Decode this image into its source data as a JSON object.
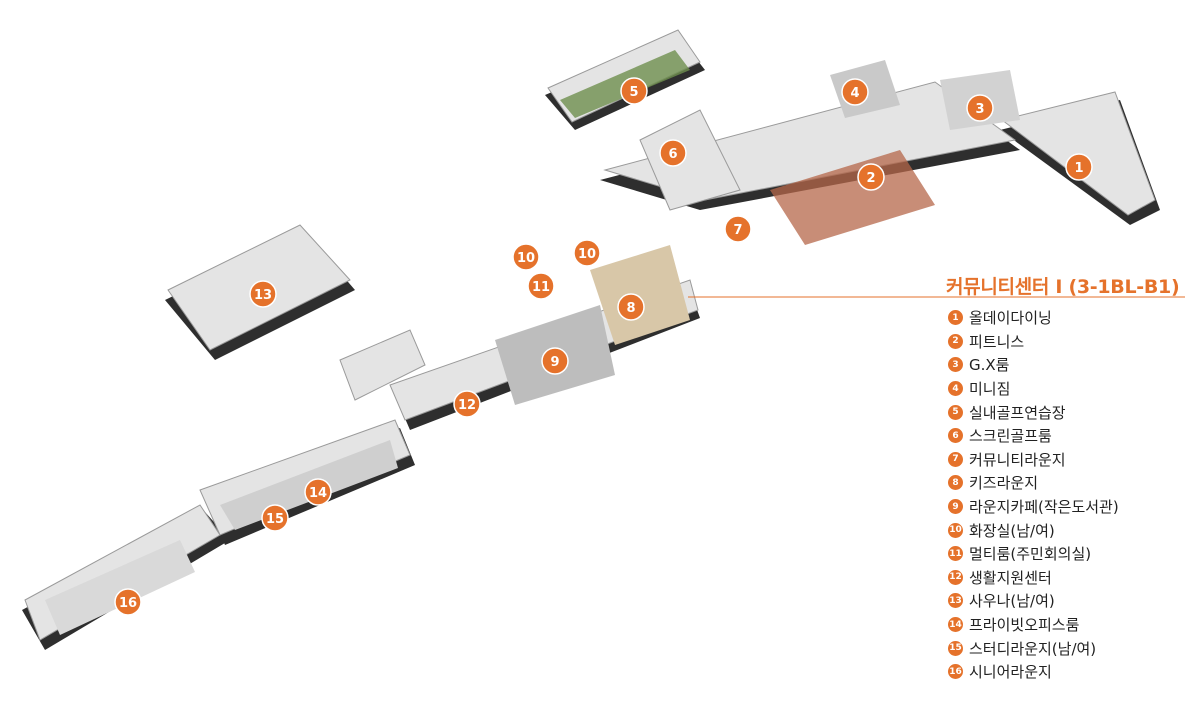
{
  "title": "커뮤니티센터 Ⅰ (3-1BL-B1)",
  "colors": {
    "accent": "#e5722b",
    "floor": "#e3e3e3",
    "wall": "#2b2b2b",
    "leader": "#e5722b"
  },
  "rooms": [
    {
      "number": "1",
      "label": "올데이다이닝"
    },
    {
      "number": "2",
      "label": "피트니스"
    },
    {
      "number": "3",
      "label": "G.X룸"
    },
    {
      "number": "4",
      "label": "미니짐"
    },
    {
      "number": "5",
      "label": "실내골프연습장"
    },
    {
      "number": "6",
      "label": "스크린골프룸"
    },
    {
      "number": "7",
      "label": "커뮤니티라운지"
    },
    {
      "number": "8",
      "label": "키즈라운지"
    },
    {
      "number": "9",
      "label": "라운지카페(작은도서관)"
    },
    {
      "number": "10",
      "label": "화장실(남/여)"
    },
    {
      "number": "11",
      "label": "멀티룸(주민회의실)"
    },
    {
      "number": "12",
      "label": "생활지원센터"
    },
    {
      "number": "13",
      "label": "사우나(남/여)"
    },
    {
      "number": "14",
      "label": "프라이빗오피스룸"
    },
    {
      "number": "15",
      "label": "스터디라운지(남/여)"
    },
    {
      "number": "16",
      "label": "시니어라운지"
    }
  ]
}
